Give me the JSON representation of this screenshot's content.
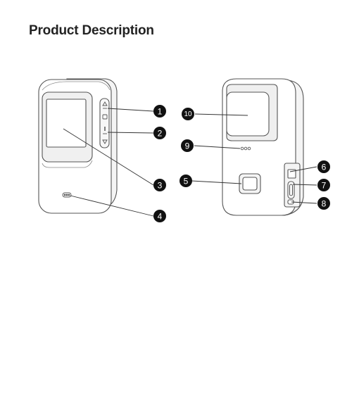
{
  "page": {
    "title": "Product Description"
  },
  "callouts": [
    {
      "label": "1"
    },
    {
      "label": "2"
    },
    {
      "label": "3"
    },
    {
      "label": "4"
    },
    {
      "label": "5"
    },
    {
      "label": "6"
    },
    {
      "label": "7"
    },
    {
      "label": "8"
    },
    {
      "label": "9"
    },
    {
      "label": "10"
    }
  ],
  "colors": {
    "outline": "#555555",
    "callout_fill": "#111111",
    "callout_text": "#ffffff"
  }
}
